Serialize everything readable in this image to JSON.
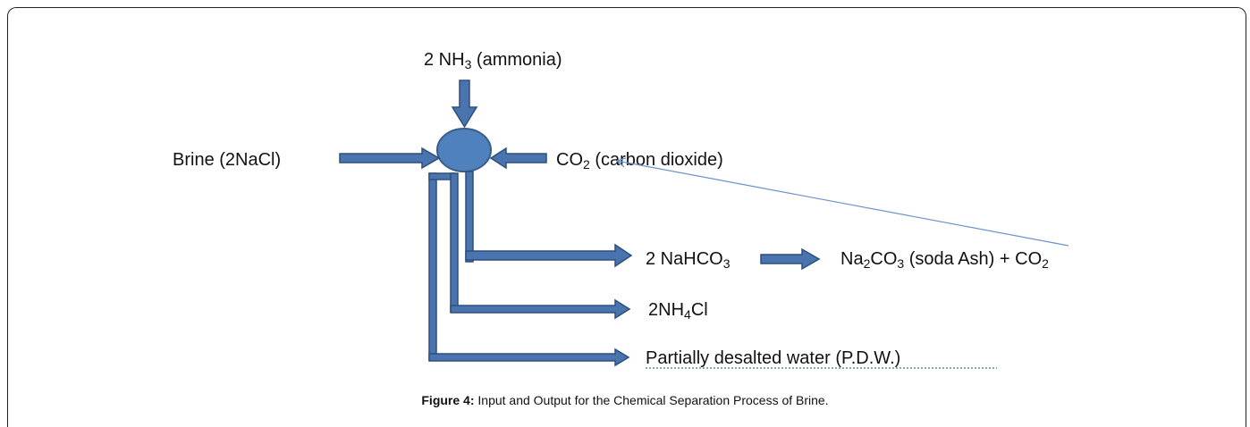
{
  "inputs": {
    "ammonia": {
      "prefix": "2 NH",
      "sub": "3",
      "suffix": " (ammonia)"
    },
    "brine": "Brine (2NaCl)",
    "co2": {
      "prefix": "CO",
      "sub": "2",
      "suffix": " (carbon dioxide)"
    }
  },
  "outputs": {
    "sodium_bicarbonate": {
      "prefix": "2 NaHCO",
      "sub": "3"
    },
    "soda_ash": {
      "p1": "Na",
      "s1": "2",
      "p2": "CO",
      "s2": "3",
      "p3": " (soda Ash) + CO",
      "s3": "2"
    },
    "ammonium_chloride": {
      "prefix": "2NH",
      "sub": "4",
      "suffix": "Cl"
    },
    "water": "Partially desalted water (P.D.W.)"
  },
  "caption": {
    "label": "Figure 4:",
    "text": " Input and Output for the Chemical Separation Process of Brine."
  },
  "colors": {
    "arrow_fill": "#4a74ad",
    "circle_fill": "#4f81bd",
    "recycle_line": "#6a93c8"
  }
}
